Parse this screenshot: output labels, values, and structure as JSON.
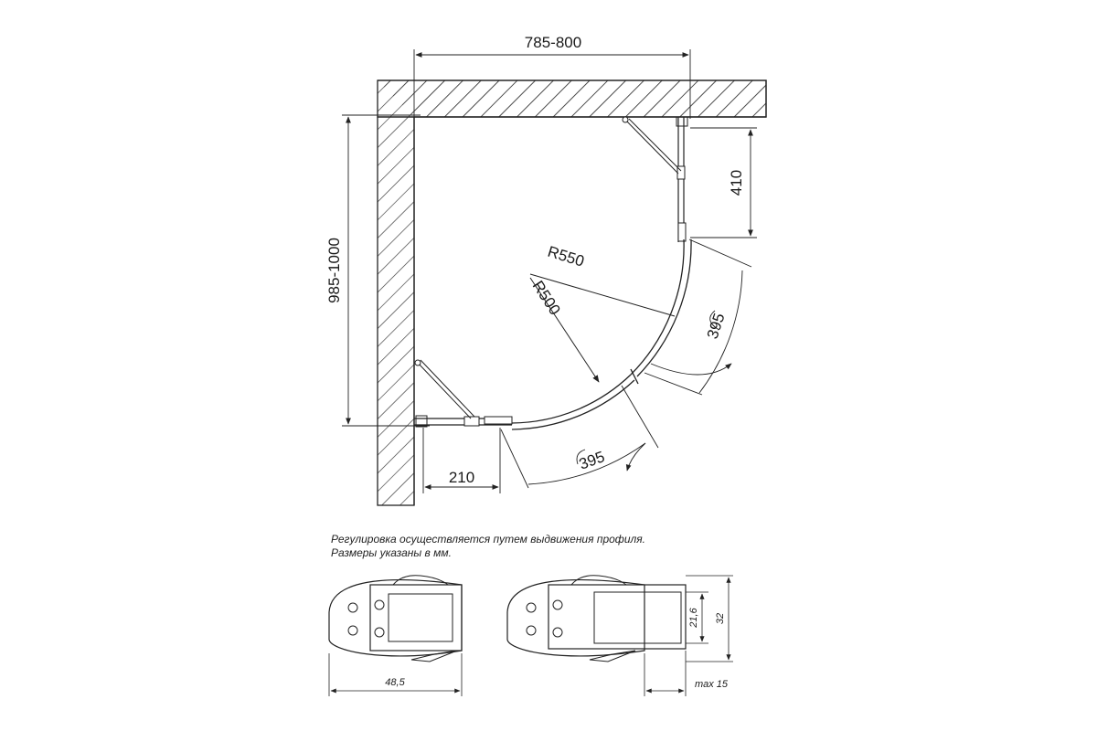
{
  "dimensions": {
    "width_top": "785-800",
    "height_left": "985-1000",
    "door_height_right": "410",
    "radius_outer": "R550",
    "radius_inner": "R500",
    "arc_right": "395",
    "arc_bottom": "395",
    "offset_bottom": "210"
  },
  "notes": {
    "line1": "Регулировка осуществляется путем выдвижения профиля.",
    "line2": "Размеры указаны в мм."
  },
  "profile": {
    "width": "48,5",
    "inner_height": "21,6",
    "total_height": "32",
    "extension": "max 15"
  }
}
